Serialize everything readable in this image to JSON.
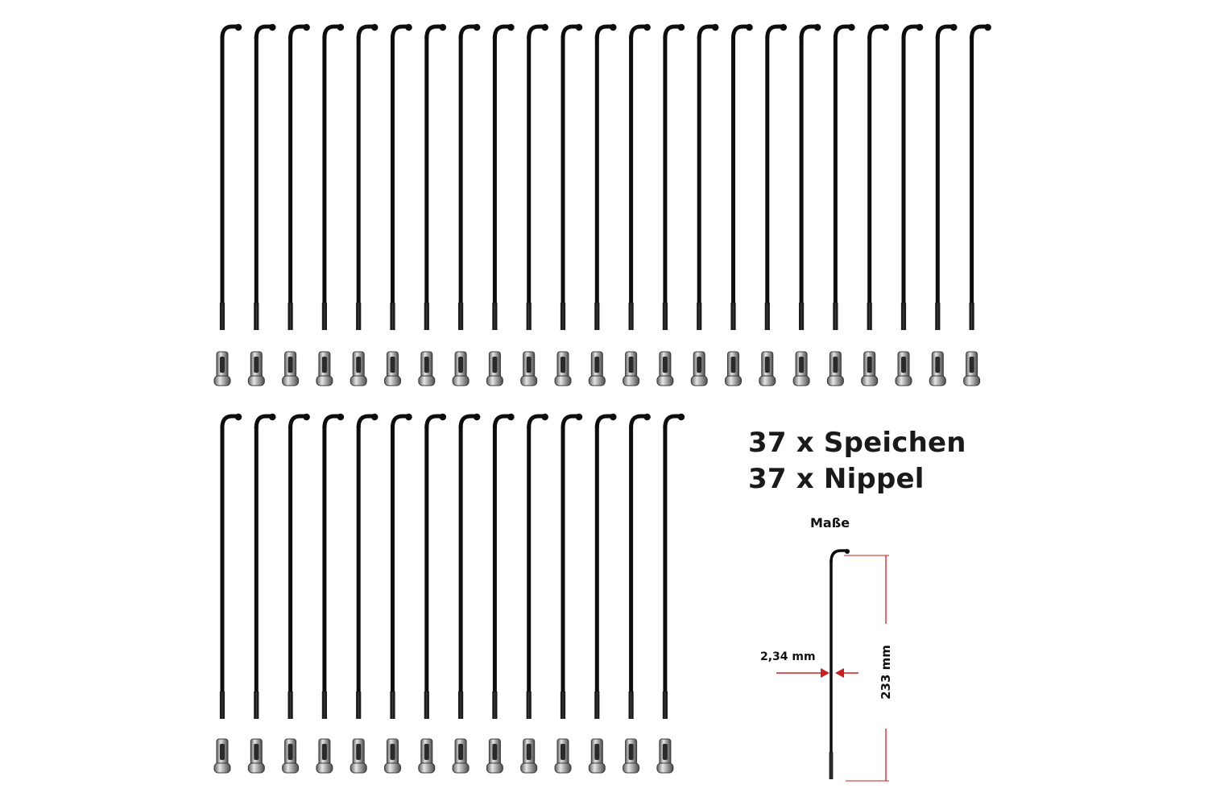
{
  "product": {
    "spoke_count": 37,
    "nipple_count": 37,
    "spoke_color": "#0d0d0d",
    "nipple_color": "#9a9a9a",
    "rows": [
      {
        "count": 23
      },
      {
        "count": 14
      }
    ]
  },
  "headline": {
    "line1": "37 x Speichen",
    "line2": "37 x Nippel"
  },
  "dimensions": {
    "title": "Maße",
    "diameter_label": "2,34 mm",
    "length_label": "233 mm",
    "arrow_color": "#cc1f1f"
  }
}
